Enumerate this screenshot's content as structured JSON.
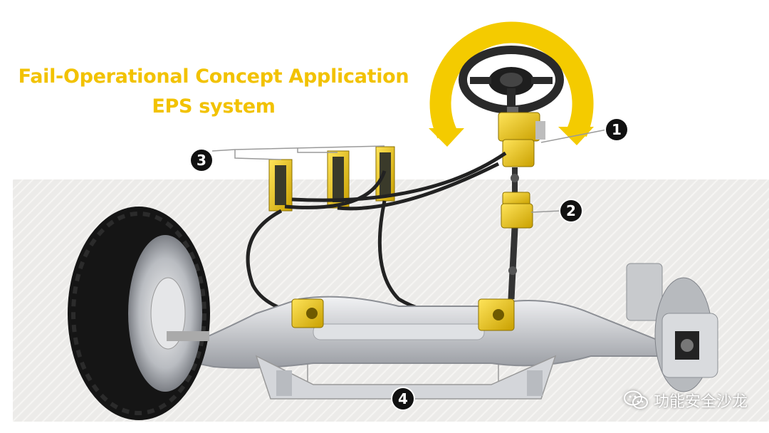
{
  "title": {
    "line1": "Fail-Operational Concept Application",
    "line2": "EPS system"
  },
  "callouts": [
    "1",
    "2",
    "3",
    "4"
  ],
  "watermark": {
    "text": "功能安全沙龙",
    "icon": "wechat-icon"
  },
  "colors": {
    "highlight_yellow": "#f2c200",
    "callout_fill": "#111111",
    "axle_gray": "#c9cbcf",
    "background_band": "#ecebe9"
  }
}
